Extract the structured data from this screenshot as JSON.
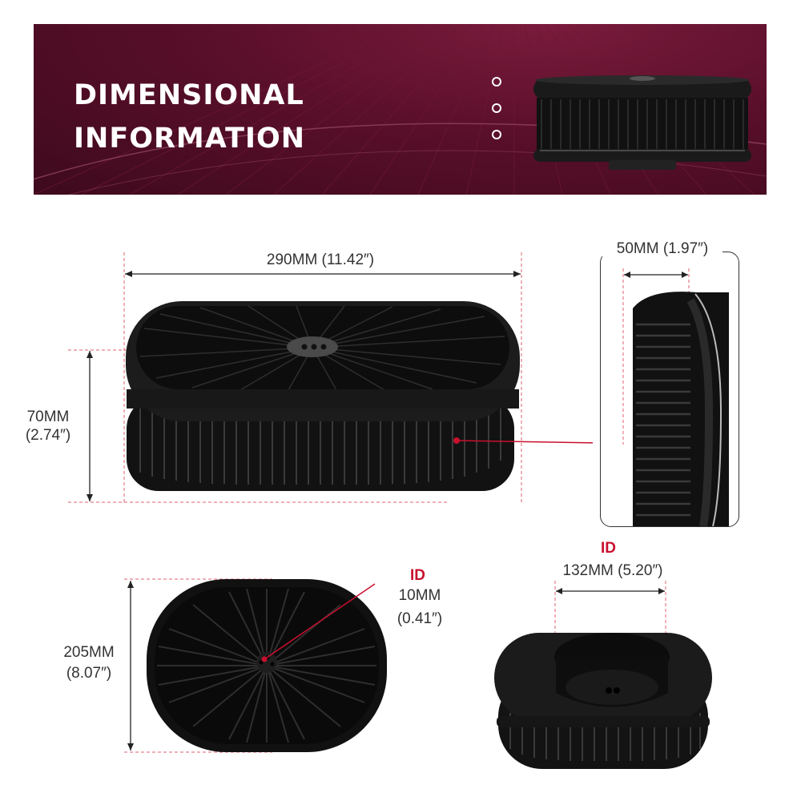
{
  "banner": {
    "title_line1": "DIMENSIONAL",
    "title_line2": "INFORMATION"
  },
  "dimensions": {
    "length": "290MM (11.42″)",
    "height_mm": "70MM",
    "height_in": "(2.74″)",
    "element_height": "50MM (1.97″)",
    "width_mm": "205MM",
    "width_in": "(8.07″)",
    "hole_id_label": "ID",
    "hole_id_mm": "10MM",
    "hole_id_in": "(0.41″)",
    "inlet_id_label": "ID",
    "inlet_id": "132MM (5.20″)"
  },
  "colors": {
    "banner": "#5a0f2a",
    "accent": "#c8102e",
    "product": "#161616"
  }
}
